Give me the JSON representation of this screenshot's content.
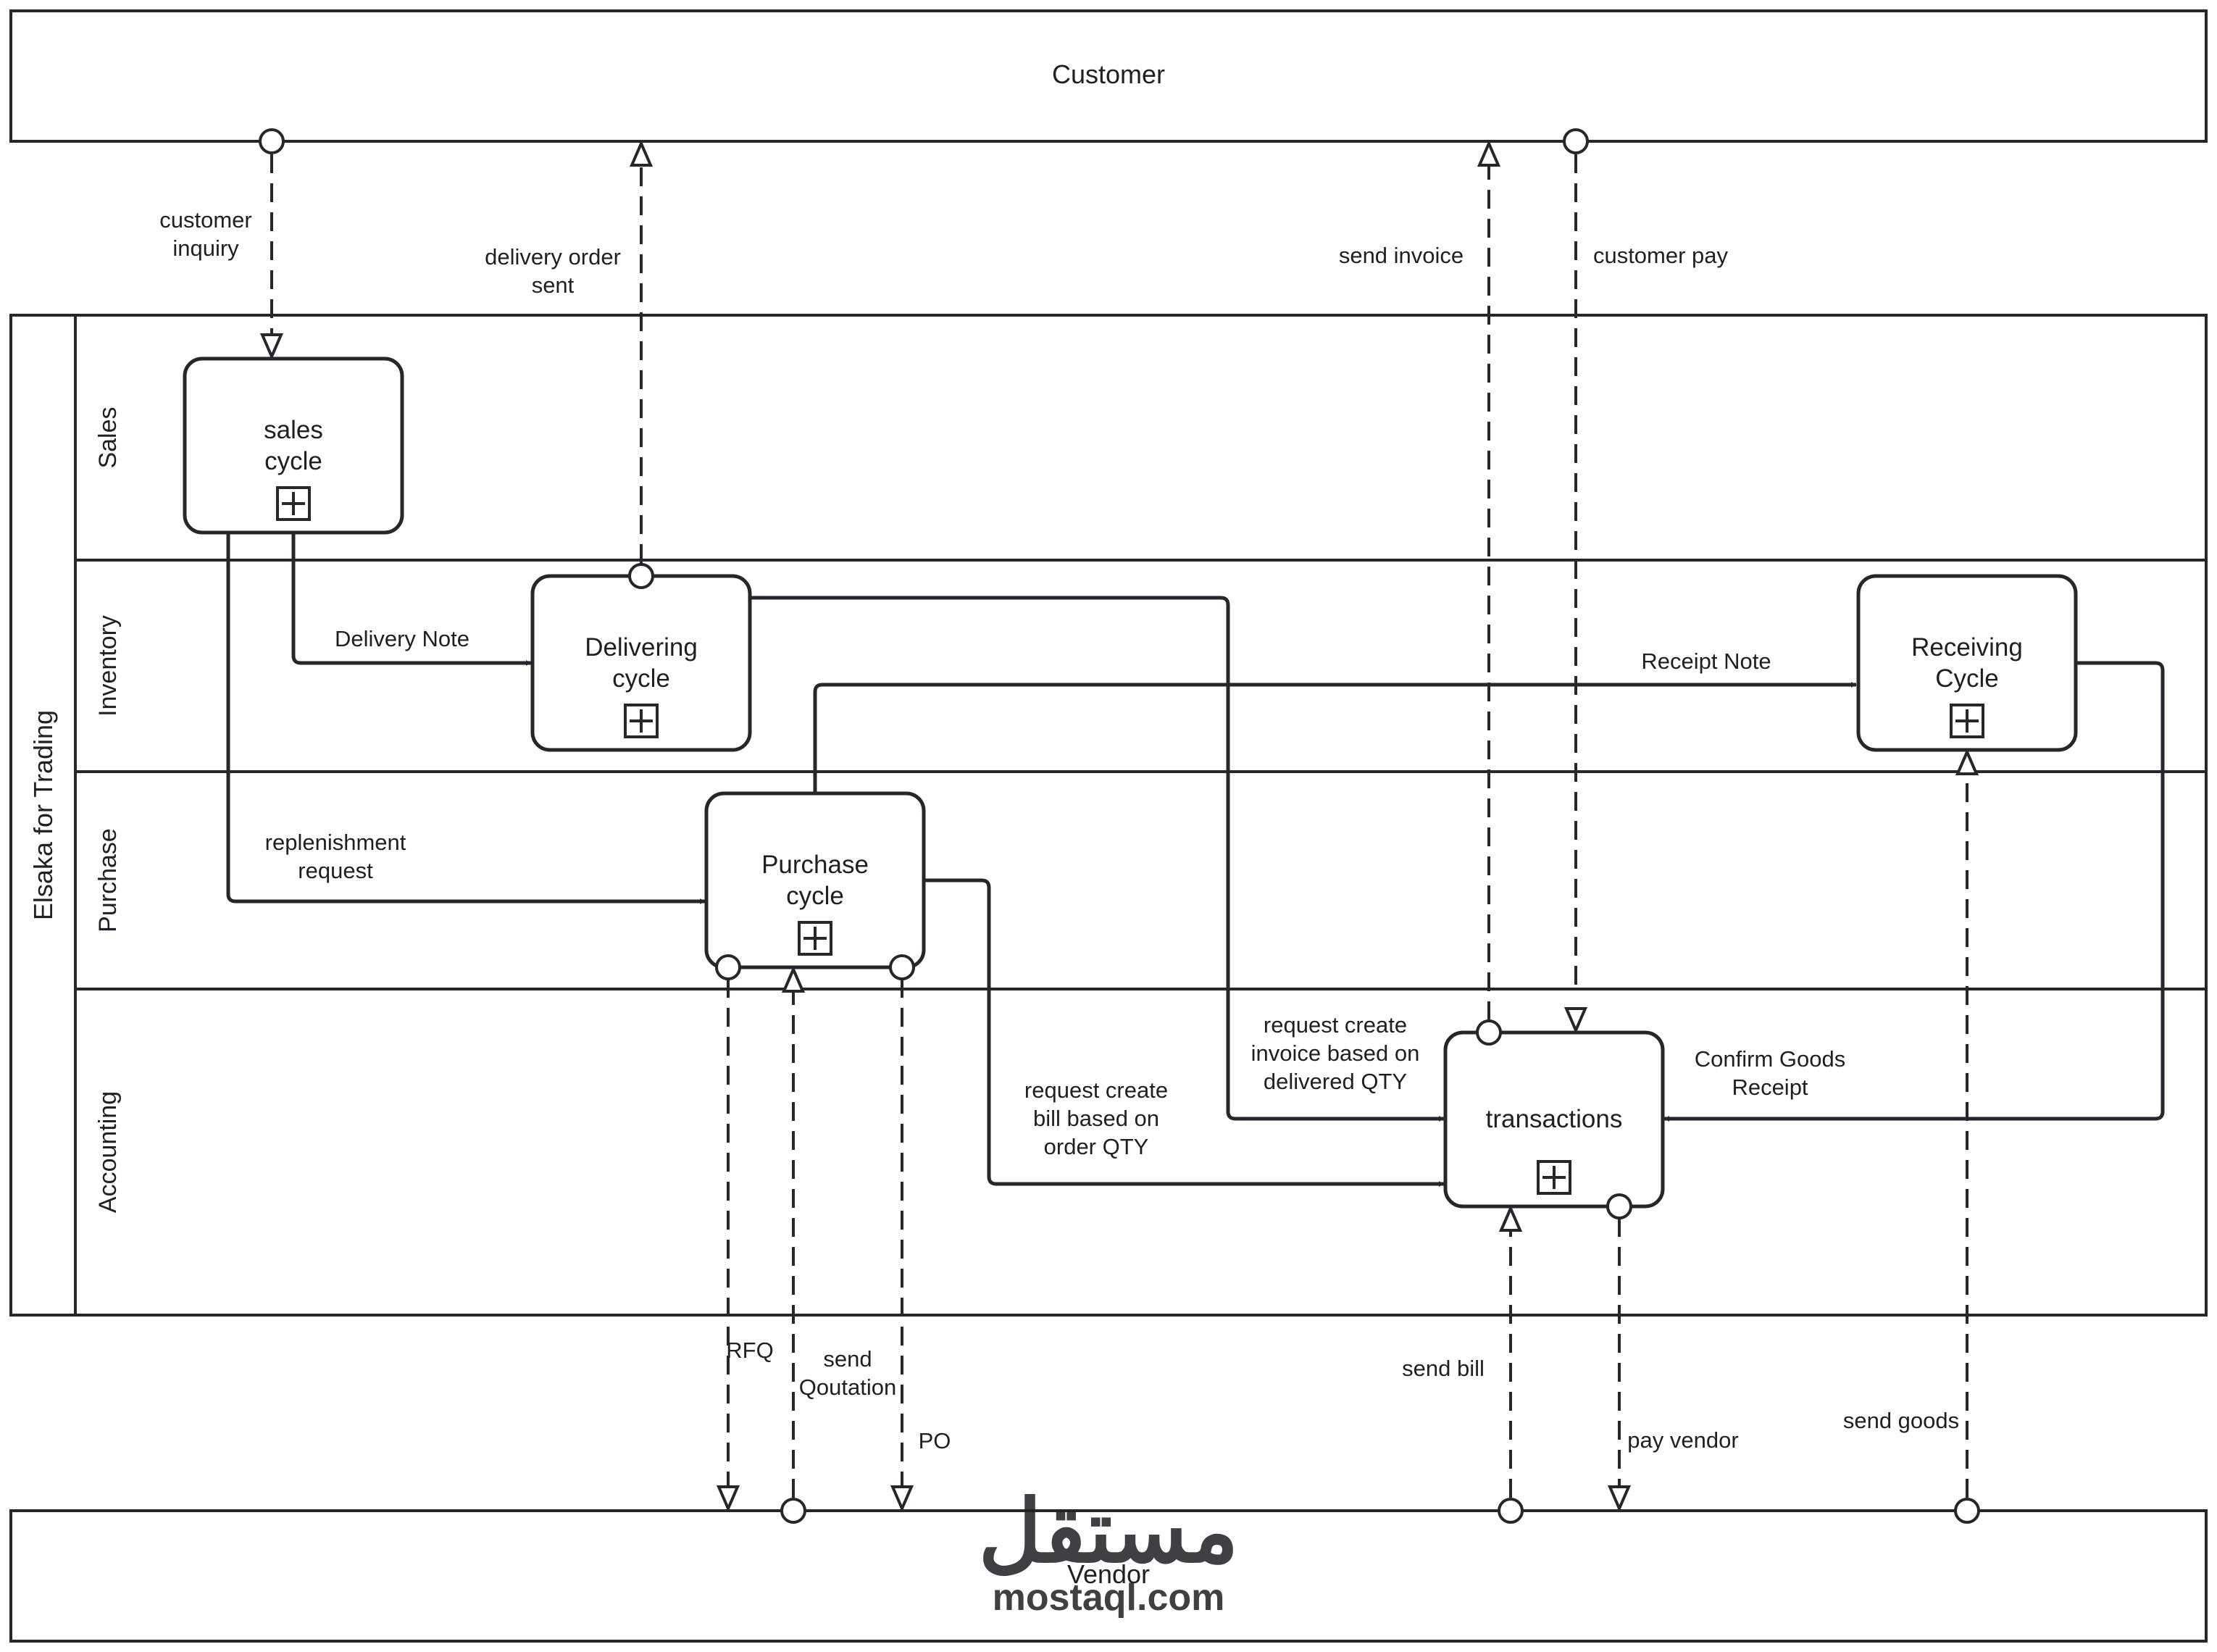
{
  "pools": {
    "customer": "Customer",
    "company": "Elsaka for Trading",
    "vendor": "Vendor"
  },
  "lanes": {
    "sales": "Sales",
    "inventory": "Inventory",
    "purchase": "Purchase",
    "accounting": "Accounting"
  },
  "tasks": {
    "sales_cycle": [
      "sales",
      "cycle"
    ],
    "delivering_cycle": [
      "Delivering",
      "cycle"
    ],
    "purchase_cycle": [
      "Purchase",
      "cycle"
    ],
    "receiving_cycle": [
      "Receiving",
      "Cycle"
    ],
    "transactions": [
      "transactions"
    ]
  },
  "sequence_labels": {
    "delivery_note": [
      "Delivery Note"
    ],
    "replenishment_request": [
      "replenishment",
      "request"
    ],
    "receipt_note": [
      "Receipt Note"
    ],
    "request_invoice": [
      "request create",
      "invoice based on",
      "delivered QTY"
    ],
    "request_bill": [
      "request create",
      "bill based on",
      "order QTY"
    ],
    "confirm_goods": [
      "Confirm Goods",
      "Receipt"
    ]
  },
  "message_labels": {
    "customer_inquiry": [
      "customer",
      "inquiry"
    ],
    "delivery_order_sent": [
      "delivery order",
      "sent"
    ],
    "send_invoice": [
      "send invoice"
    ],
    "customer_pay": [
      "customer pay"
    ],
    "rfq": [
      "RFQ"
    ],
    "send_quotation": [
      "send",
      "Qoutation"
    ],
    "po": [
      "PO"
    ],
    "send_bill": [
      "send bill"
    ],
    "pay_vendor": [
      "pay vendor"
    ],
    "send_goods": [
      "send goods"
    ]
  },
  "watermark": {
    "arabic": "مستقل",
    "latin": "mostaql.com"
  },
  "colors": {
    "stroke": "#26262c",
    "text": "#1f1f24",
    "watermark": "#c9c9c9"
  }
}
